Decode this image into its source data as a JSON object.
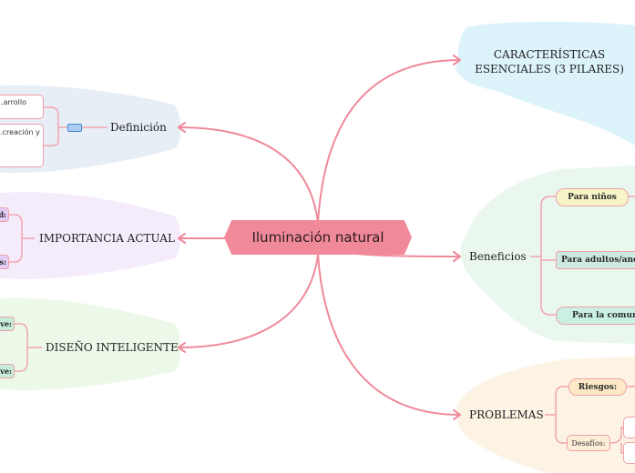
{
  "central": {
    "label": "Iluminación natural"
  },
  "branches": {
    "caracteristicas": {
      "line1": "CARACTERÍSTICAS",
      "line2": "ESENCIALES (3 PILARES)"
    },
    "beneficios": {
      "label": "Beneficios",
      "items": [
        {
          "label": "Para niños"
        },
        {
          "label": "Para adultos/ancianos"
        },
        {
          "label": "Para la comunidad"
        }
      ]
    },
    "problemas": {
      "label": "PROBLEMAS",
      "items": [
        {
          "label": "Riesgos:"
        },
        {
          "label": "Desafíos:"
        }
      ]
    },
    "definicion": {
      "label": "Definición",
      "items": [
        {
          "label": "...arrollo"
        },
        {
          "label": "...creación y"
        }
      ]
    },
    "importancia": {
      "label": "IMPORTANCIA ACTUAL",
      "items": [
        {
          "label": "d:"
        },
        {
          "label": "s:"
        }
      ]
    },
    "diseno": {
      "label": "DISEÑO INTELIGENTE",
      "items": [
        {
          "label": "ve:"
        },
        {
          "label": "ve:"
        }
      ]
    }
  },
  "colors": {
    "link": "#ef8a9b",
    "central_fill": "#f08a9a",
    "caracteristicas_bg": "#ddf3fb",
    "beneficios_bg": "#eaf7ee",
    "problemas_bg": "#fcf3e4",
    "definicion_bg": "#e7eef6",
    "importancia_bg": "#f5ecfb",
    "diseno_bg": "#ecf8e8"
  }
}
